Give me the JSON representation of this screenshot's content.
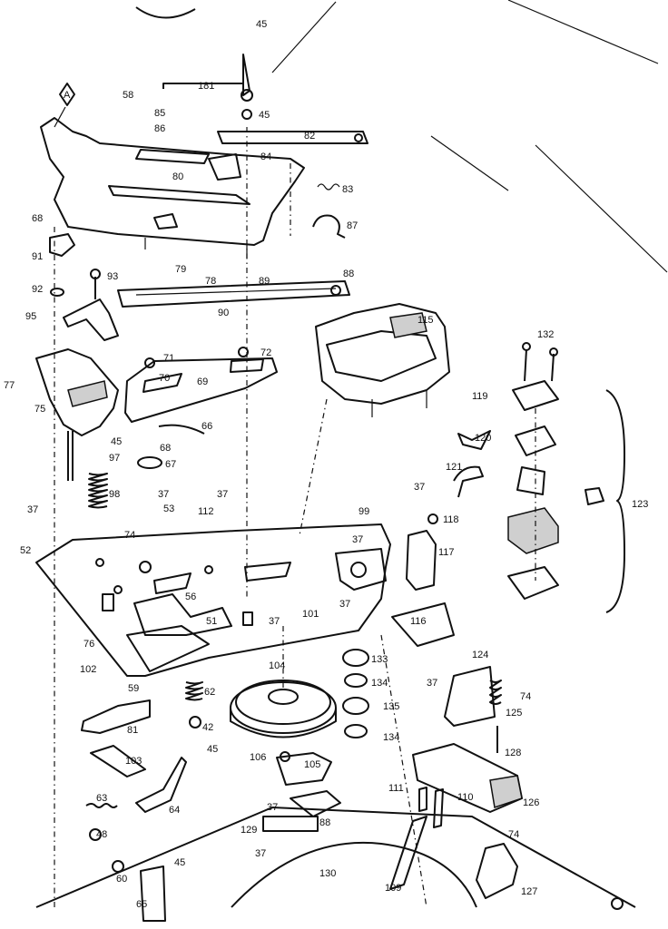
{
  "corner_marker": "A",
  "labels": {
    "p45a": "45",
    "p181": "181",
    "p58": "58",
    "p85": "85",
    "p86": "86",
    "p45b": "45",
    "p82": "82",
    "p84": "84",
    "p80": "80",
    "p83": "83",
    "p68": "68",
    "p87": "87",
    "p91": "91",
    "p79": "79",
    "p93": "93",
    "p78": "78",
    "p89": "89",
    "p88": "88",
    "p92": "92",
    "p90": "90",
    "p95": "95",
    "p115": "115",
    "p71": "71",
    "p72": "72",
    "p132": "132",
    "p70": "70",
    "p77": "77",
    "p69": "69",
    "p75": "75",
    "p119": "119",
    "p66": "66",
    "p45c": "45",
    "p120": "120",
    "p68b": "68",
    "p97": "97",
    "p67": "67",
    "p121": "121",
    "p123": "123",
    "p98": "98",
    "p37a": "37",
    "p37b": "37",
    "p37c": "37",
    "p37d": "37",
    "p118": "118",
    "p53": "53",
    "p112": "112",
    "p99": "99",
    "p74a": "74",
    "p37e": "37",
    "p117": "117",
    "p52": "52",
    "p56": "56",
    "p51": "51",
    "p37f": "37",
    "p101": "101",
    "p37g": "37",
    "p116": "116",
    "p76": "76",
    "p124": "124",
    "p133": "133",
    "p104": "104",
    "p102": "102",
    "p134a": "134",
    "p37h": "37",
    "p74b": "74",
    "p59": "59",
    "p62": "62",
    "p135": "135",
    "p125": "125",
    "p81": "81",
    "p42": "42",
    "p134b": "134",
    "p45d": "45",
    "p106": "106",
    "p105": "105",
    "p128": "128",
    "p103": "103",
    "p111": "111",
    "p110": "110",
    "p63": "63",
    "p64": "64",
    "p126": "126",
    "p37i": "37",
    "p88b": "88",
    "p48": "48",
    "p129": "129",
    "p74c": "74",
    "p37j": "37",
    "p45e": "45",
    "p60": "60",
    "p109": "109",
    "p130": "130",
    "p127": "127",
    "p65": "65"
  },
  "colors": {
    "ink": "#111111",
    "paper": "#ffffff",
    "shade": "#cfcfcf"
  }
}
